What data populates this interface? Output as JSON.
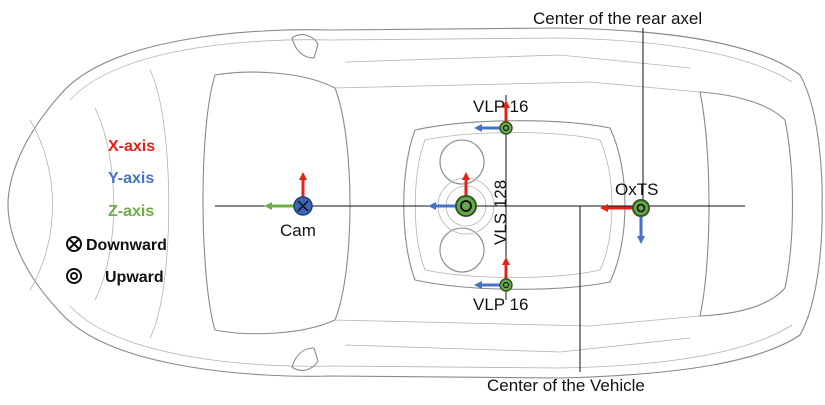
{
  "legend": {
    "x_axis": {
      "text": "X-axis",
      "color": "#e8201a"
    },
    "y_axis": {
      "text": "Y-axis",
      "color": "#4472c4"
    },
    "z_axis": {
      "text": "Z-axis",
      "color": "#70ad47"
    },
    "downward": "Downward",
    "upward": "Upward",
    "downward_icon": "cross-circle-icon",
    "upward_icon": "double-circle-icon"
  },
  "sensors": {
    "cam": "Cam",
    "vlp16_top": "VLP 16",
    "vlp16_bottom": "VLP 16",
    "vls128": "VLS 128",
    "oxts": "OxTS"
  },
  "annotations": {
    "rear_axle": "Center of the rear axel",
    "vehicle_center": "Center of the Vehicle"
  },
  "colors": {
    "x_red": "#e8201a",
    "y_blue": "#4472c4",
    "z_green": "#70ad47",
    "cam_fill": "#3a68b8",
    "sensor_green": "#6aa84f"
  }
}
